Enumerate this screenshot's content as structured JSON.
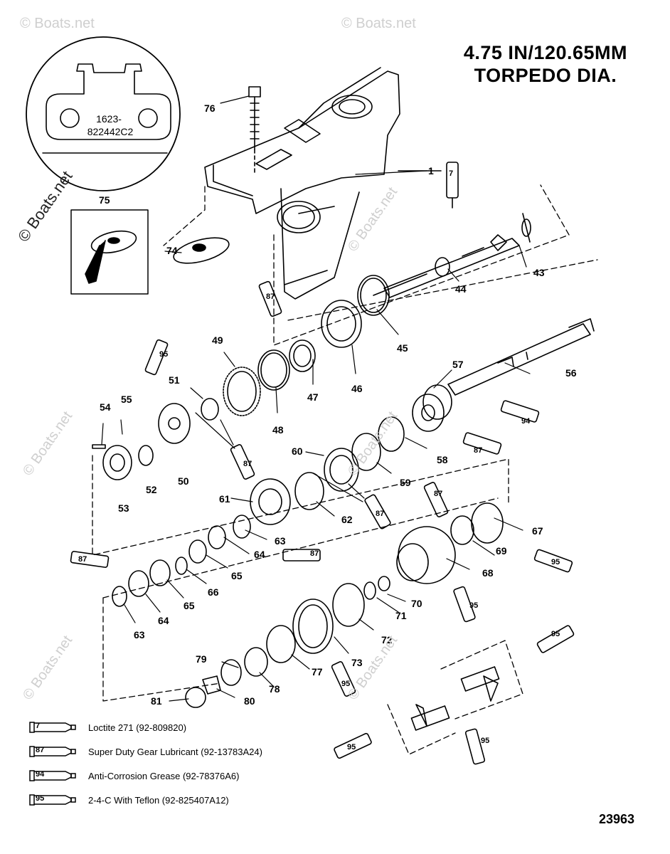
{
  "title": {
    "line1": "4.75 IN/120.65MM",
    "line2": "TORPEDO DIA."
  },
  "inset_label": {
    "line1": "1623-",
    "line2": "822442C2"
  },
  "watermark": {
    "main": "© Boats.net",
    "faint": "© Boats.net"
  },
  "callouts": [
    {
      "id": "p1",
      "label": "1"
    },
    {
      "id": "p7a",
      "label": "7"
    },
    {
      "id": "p43",
      "label": "43"
    },
    {
      "id": "p44",
      "label": "44"
    },
    {
      "id": "p45",
      "label": "45"
    },
    {
      "id": "p46",
      "label": "46"
    },
    {
      "id": "p47",
      "label": "47"
    },
    {
      "id": "p48",
      "label": "48"
    },
    {
      "id": "p49",
      "label": "49"
    },
    {
      "id": "p50",
      "label": "50"
    },
    {
      "id": "p51",
      "label": "51"
    },
    {
      "id": "p52",
      "label": "52"
    },
    {
      "id": "p53",
      "label": "53"
    },
    {
      "id": "p54",
      "label": "54"
    },
    {
      "id": "p55",
      "label": "55"
    },
    {
      "id": "p56",
      "label": "56"
    },
    {
      "id": "p57",
      "label": "57"
    },
    {
      "id": "p58",
      "label": "58"
    },
    {
      "id": "p59",
      "label": "59"
    },
    {
      "id": "p60",
      "label": "60"
    },
    {
      "id": "p61",
      "label": "61"
    },
    {
      "id": "p62",
      "label": "62"
    },
    {
      "id": "p63a",
      "label": "63"
    },
    {
      "id": "p64a",
      "label": "64"
    },
    {
      "id": "p65a",
      "label": "65"
    },
    {
      "id": "p66",
      "label": "66"
    },
    {
      "id": "p65b",
      "label": "65"
    },
    {
      "id": "p64b",
      "label": "64"
    },
    {
      "id": "p63b",
      "label": "63"
    },
    {
      "id": "p67",
      "label": "67"
    },
    {
      "id": "p68",
      "label": "68"
    },
    {
      "id": "p69",
      "label": "69"
    },
    {
      "id": "p70",
      "label": "70"
    },
    {
      "id": "p71",
      "label": "71"
    },
    {
      "id": "p72",
      "label": "72"
    },
    {
      "id": "p73",
      "label": "73"
    },
    {
      "id": "p74",
      "label": "74"
    },
    {
      "id": "p75",
      "label": "75"
    },
    {
      "id": "p76",
      "label": "76"
    },
    {
      "id": "p77",
      "label": "77"
    },
    {
      "id": "p78",
      "label": "78"
    },
    {
      "id": "p79",
      "label": "79"
    },
    {
      "id": "p80",
      "label": "80"
    },
    {
      "id": "p81",
      "label": "81"
    }
  ],
  "tube_labels": {
    "t7": "7",
    "t87a": "87",
    "t87b": "87",
    "t87c": "87",
    "t87d": "87",
    "t87e": "87",
    "t87f": "87",
    "t87g": "87",
    "t94": "94",
    "t95a": "95",
    "t95b": "95",
    "t95c": "95",
    "t95d": "95",
    "t95e": "95",
    "t95f": "95",
    "t95g": "95"
  },
  "legend": [
    {
      "num": "7",
      "text": "Loctite 271 (92-809820)"
    },
    {
      "num": "87",
      "text": "Super Duty Gear Lubricant (92-13783A24)"
    },
    {
      "num": "94",
      "text": "Anti-Corrosion Grease (92-78376A6)"
    },
    {
      "num": "95",
      "text": "2-4-C  With Teflon (92-825407A12)"
    }
  ],
  "figure_number": "23963"
}
